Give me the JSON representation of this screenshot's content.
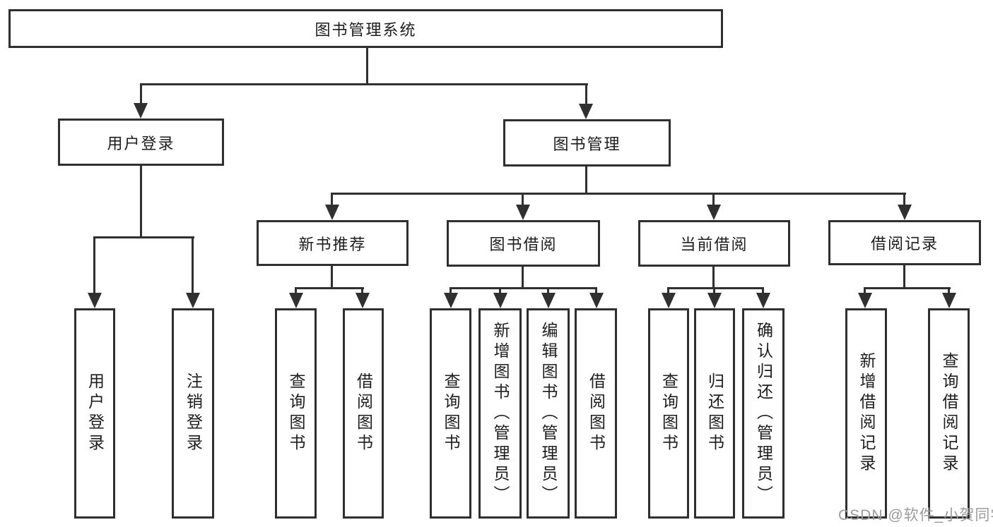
{
  "diagram": {
    "root": "图书管理系统",
    "branches": [
      {
        "label": "用户登录",
        "children": [
          "用户登录",
          "注销登录"
        ]
      },
      {
        "label": "图书管理",
        "sections": [
          {
            "label": "新书推荐",
            "children": [
              "查询图书",
              "借阅图书"
            ]
          },
          {
            "label": "图书借阅",
            "children": [
              "查询图书",
              "新增图书（管理员）",
              "编辑图书（管理员）",
              "借阅图书"
            ]
          },
          {
            "label": "当前借阅",
            "children": [
              "查询图书",
              "归还图书",
              "确认归还（管理员）"
            ]
          },
          {
            "label": "借阅记录",
            "children": [
              "新增借阅记录",
              "查询借阅记录"
            ]
          }
        ]
      }
    ]
  },
  "watermark": {
    "text": "CSDN @软件_小贺同学",
    "color": "#9b9b9b"
  },
  "colors": {
    "line": "#303030",
    "text": "#1d1d1d",
    "background": "#ffffff"
  }
}
